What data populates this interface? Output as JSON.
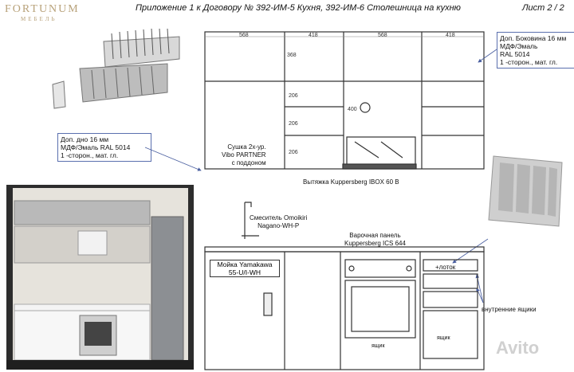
{
  "logo": {
    "name": "FORTUNUM",
    "sub": "МЕБЕЛЬ"
  },
  "header": {
    "title": "Приложение 1 к Договору № 392-ИМ-5 Кухня, 392-ИМ-6 Столешница на кухню",
    "sheet": "Лист 2 / 2"
  },
  "top_drawing": {
    "widths": [
      "568",
      "418",
      "568",
      "418"
    ],
    "heights_left": [
      "368",
      "206",
      "206",
      "206"
    ],
    "hood_height": "400",
    "hood_label": "Вытяжка Kuppersberg IBOX 60 B",
    "dryer_label": [
      "Сушка 2х-ур.",
      "Vibo PARTNER",
      "с поддоном"
    ]
  },
  "callouts": {
    "side": [
      "Доп. Боковина 16 мм",
      "МДФ/Эмаль",
      "RAL 5014",
      "1 -сторон., мат. гл."
    ],
    "bottom": [
      "Доп. дно 16 мм",
      "МДФ/Эмаль RAL 5014",
      "1 -сторон., мат. гл."
    ]
  },
  "bottom_drawing": {
    "mixer_label": [
      "Смеситель Omoikiri",
      "Nagano-WH-P"
    ],
    "hob_label": [
      "Варочная панель",
      "Kuppersberg ICS 644"
    ],
    "sink_label": [
      "Мойка Yamakawa",
      "55-U/I-WH"
    ],
    "tray_label": "+лоток",
    "inner_drawers": "внутренние ящики",
    "drawer1": "ящик",
    "drawer2": "ящик"
  },
  "watermark": "Avito",
  "colors": {
    "frame": "#333333",
    "callout_border": "#5a6fae",
    "arrow": "#4a5fa0",
    "logo": "#b8a27a"
  }
}
